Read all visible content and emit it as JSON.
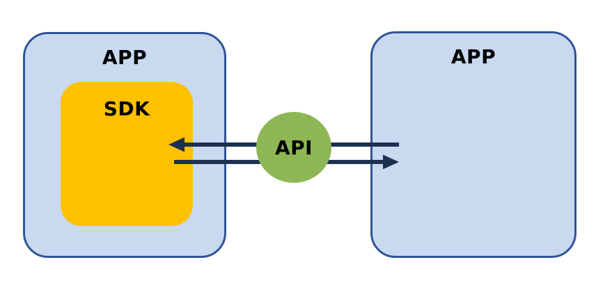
{
  "diagram": {
    "left_app": {
      "label": "APP"
    },
    "sdk": {
      "label": "SDK"
    },
    "api": {
      "label": "API"
    },
    "right_app": {
      "label": "APP"
    },
    "arrows": [
      {
        "name": "incoming-call",
        "direction": "left",
        "from": "right-app",
        "to": "sdk"
      },
      {
        "name": "outgoing-call",
        "direction": "right",
        "from": "sdk",
        "to": "right-app"
      }
    ],
    "colors": {
      "app_fill": "#c9d9f0",
      "app_border": "#2f5597",
      "sdk_fill": "#ffc000",
      "api_fill": "#8db755",
      "arrow": "#1c304f",
      "text": "#000000"
    }
  }
}
